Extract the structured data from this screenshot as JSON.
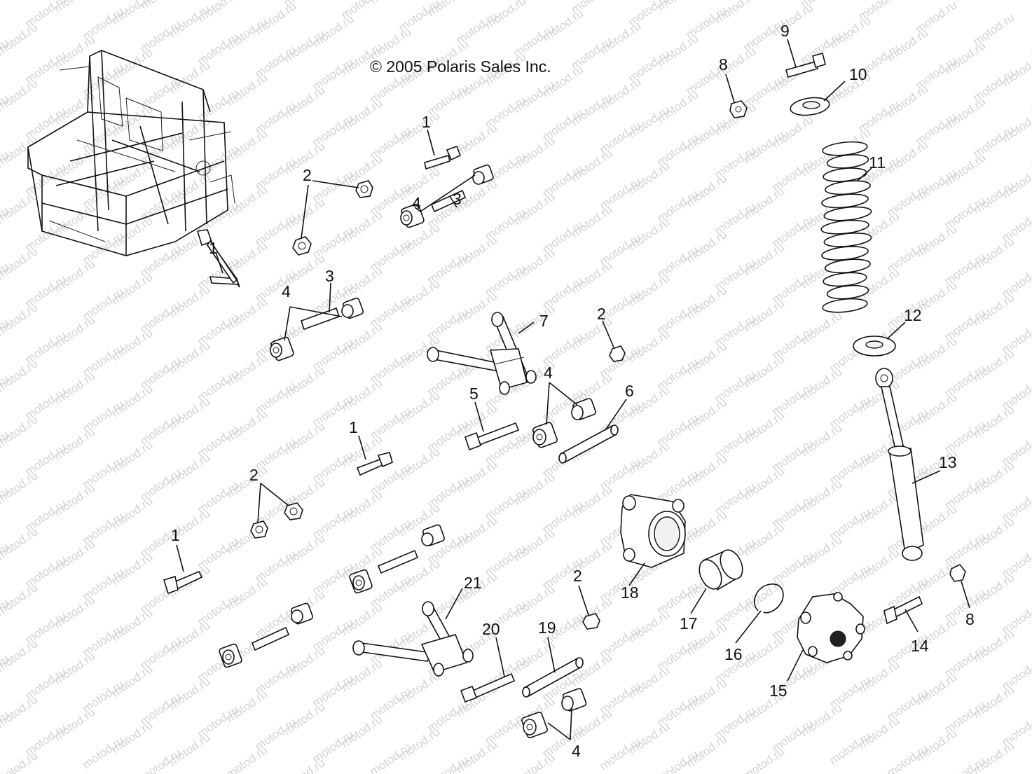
{
  "diagram": {
    "copyright": "© 2005 Polaris Sales Inc.",
    "watermark": "motod.ru",
    "callouts": {
      "c1a": "1",
      "c1b": "1",
      "c1c": "1",
      "c1d": "1",
      "c2a": "2",
      "c2b": "2",
      "c2c": "2",
      "c2d": "2",
      "c3a": "3",
      "c3b": "3",
      "c4a": "4",
      "c4b": "4",
      "c4c": "4",
      "c4d": "4",
      "c5": "5",
      "c6": "6",
      "c7": "7",
      "c8a": "8",
      "c8b": "8",
      "c9": "9",
      "c10": "10",
      "c11": "11",
      "c12": "12",
      "c13": "13",
      "c14": "14",
      "c15": "15",
      "c16": "16",
      "c17": "17",
      "c18": "18",
      "c19": "19",
      "c20": "20",
      "c21": "21"
    }
  }
}
